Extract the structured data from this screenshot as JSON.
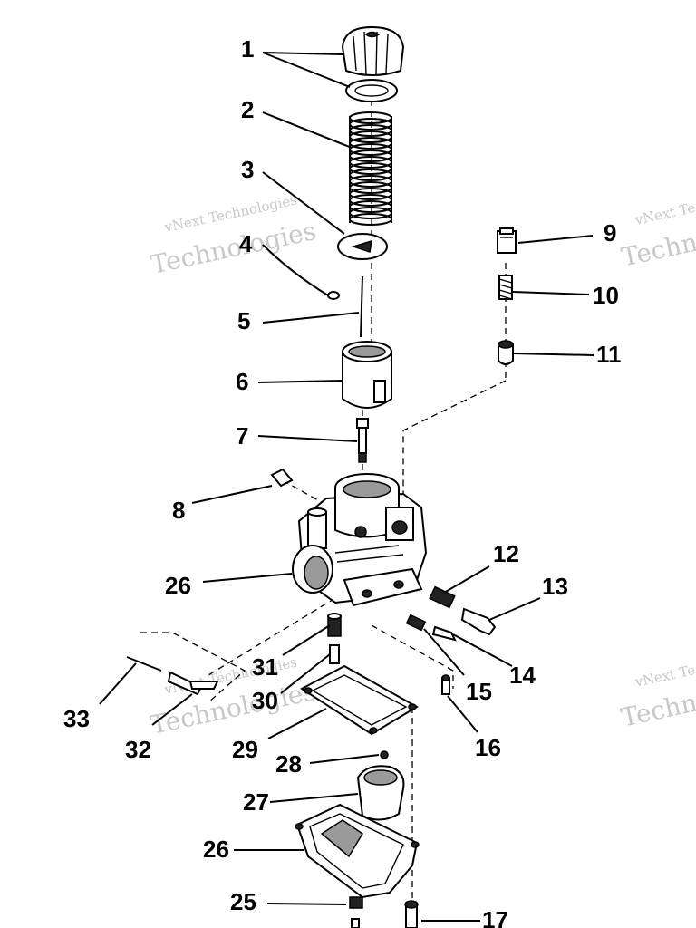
{
  "watermarks": [
    {
      "line1": "vNext Technologies",
      "line2": "Technologies"
    },
    {
      "line1": "vNext Te",
      "line2": "Techn"
    },
    {
      "line1": "vNext Technologies",
      "line2": "Technologies"
    },
    {
      "line1": "vNext Te",
      "line2": "Techn"
    }
  ],
  "callouts": [
    "1",
    "2",
    "3",
    "4",
    "5",
    "6",
    "7",
    "8",
    "9",
    "10",
    "11",
    "12",
    "13",
    "14",
    "15",
    "16",
    "17",
    "25",
    "26",
    "26",
    "27",
    "28",
    "29",
    "30",
    "31",
    "32",
    "33"
  ]
}
